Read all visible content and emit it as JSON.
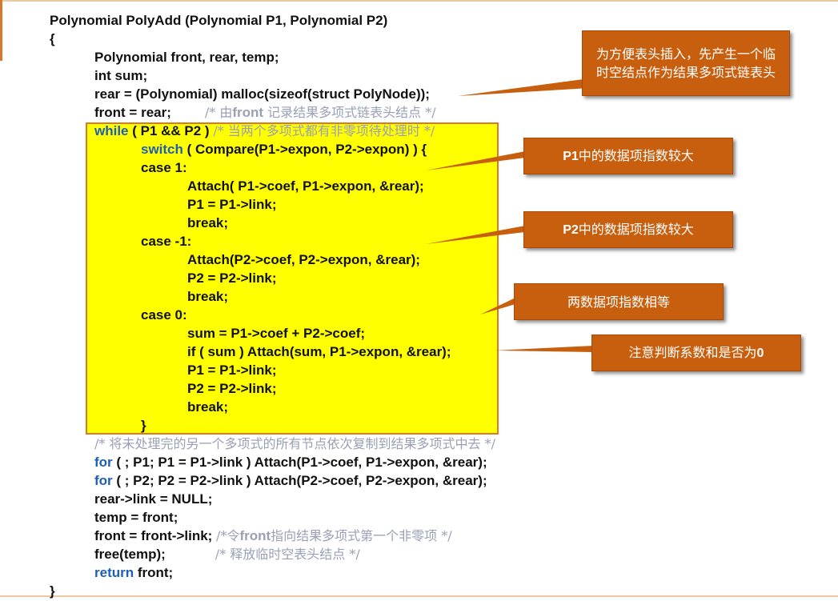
{
  "code": {
    "l1": "Polynomial  PolyAdd (Polynomial P1, Polynomial P2)",
    "l2": "{",
    "l3": "Polynomial front, rear, temp;",
    "l4": "int sum;",
    "l5": "rear = (Polynomial) malloc(sizeof(struct PolyNode));",
    "l6": "front = rear;",
    "l6c1": "/* 由",
    "l6c2": "front",
    "l6c3": " 记录结果多项式链表头结点 */",
    "l7kw": "while",
    "l7": " ( P1 && P2 ) ",
    "l7c": "/* 当两个多项式都有非零项待处理时 */",
    "l8kw": "switch",
    "l8": " ( Compare(P1->expon, P2->expon) ) {",
    "l9": "case 1:",
    "l10": "Attach( P1->coef, P1->expon, &rear);",
    "l11": "P1 = P1->link;",
    "l12": "break;",
    "l13": "case -1:",
    "l14": "Attach(P2->coef, P2->expon, &rear);",
    "l15": "P2 = P2->link;",
    "l16": "break;",
    "l17": "case 0:",
    "l18": "sum = P1->coef + P2->coef;",
    "l19": "if ( sum ) Attach(sum, P1->expon, &rear);",
    "l20": "P1 = P1->link;",
    "l21": "P2 = P2->link;",
    "l22": "break;",
    "l23": "}",
    "l24c": "/* 将未处理完的另一个多项式的所有节点依次复制到结果多项式中去 */",
    "l25kw": "for",
    "l25": " ( ; P1; P1 = P1->link ) Attach(P1->coef, P1->expon, &rear);",
    "l26kw": "for",
    "l26": " ( ; P2; P2 = P2->link ) Attach(P2->coef, P2->expon, &rear);",
    "l27": "rear->link = NULL;",
    "l28": "temp = front;",
    "l29": "front = front->link; ",
    "l29c1": "/*令",
    "l29c2": "front",
    "l29c3": "指向结果多项式第一个非零项 */",
    "l30": "free(temp);",
    "l30c": "/* 释放临时空表头结点 */",
    "l31kw": "return",
    "l31": " front;",
    "l32": "}"
  },
  "callouts": {
    "c1": "为方便表头插入，先产生一个临时空结点作为结果多项式链表头",
    "c2_bold": "P1",
    "c2": "中的数据项指数较大",
    "c3_bold": "P2",
    "c3": "中的数据项指数较大",
    "c4": "两数据项指数相等",
    "c5": "注意判断系数和是否为",
    "c5_bold": "0"
  },
  "colors": {
    "callout": "#c75f0f",
    "highlight": "#ffff00",
    "keyword": "#1f5fb3",
    "comment": "#9aa0b4"
  }
}
